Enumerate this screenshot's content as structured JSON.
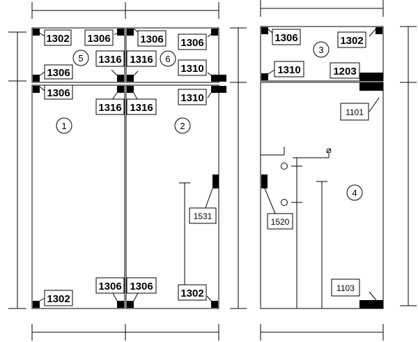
{
  "colors": {
    "line": "#000000",
    "background": "#ffffff",
    "label_box_fill": "#ffffff"
  },
  "rooms": [
    {
      "id": "room-1",
      "number": "1"
    },
    {
      "id": "room-2",
      "number": "2"
    },
    {
      "id": "room-3",
      "number": "3"
    },
    {
      "id": "room-4",
      "number": "4"
    },
    {
      "id": "room-5",
      "number": "5"
    },
    {
      "id": "room-6",
      "number": "6"
    }
  ],
  "labels": {
    "p5_tl": "1302",
    "p5_tr": "1306",
    "p5_bl": "1306",
    "p5_br": "1316",
    "p6_tl": "1306",
    "p6_tr": "1306",
    "p6_bl": "1316",
    "p6_br": "1310",
    "p1_tl": "1306",
    "p1_tr": "1316",
    "p1_bl": "1302",
    "p1_br": "1306",
    "p2_tl": "1316",
    "p2_tr": "1310",
    "p2_bl": "1306",
    "p2_br": "1302",
    "p2_side": "1531",
    "p3_tl": "1306",
    "p3_tr": "1302",
    "p3_bl": "1310",
    "p3_br": "1203",
    "p4_tr": "1101",
    "p4_side": "1520",
    "p4_br": "1103"
  }
}
